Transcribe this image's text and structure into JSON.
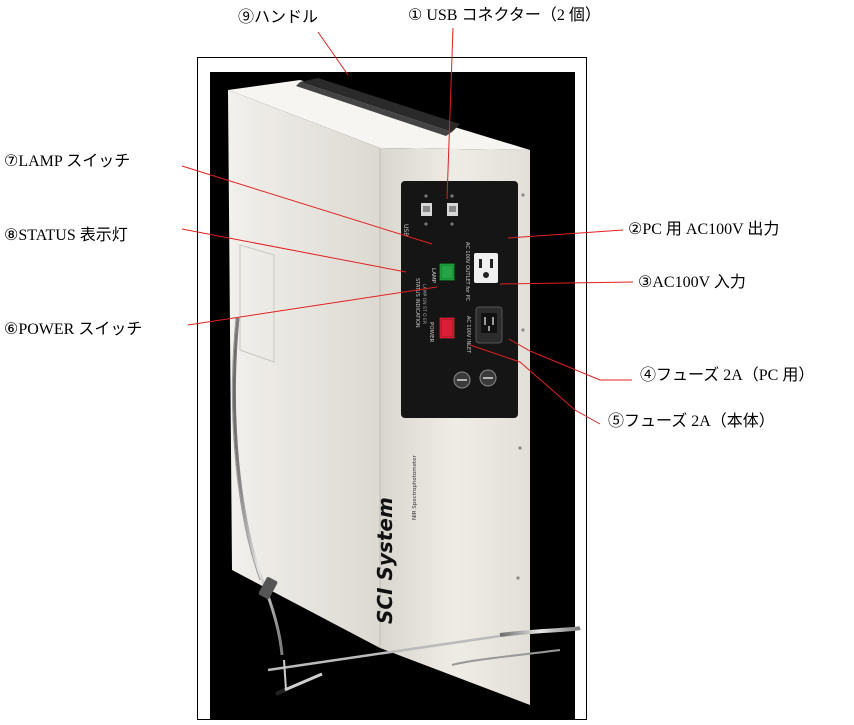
{
  "labels": {
    "usb": "① USB コネクター（2 個）",
    "handle": "⑨ハンドル",
    "lamp": "⑦LAMP スイッチ",
    "status": "⑧STATUS 表示灯",
    "power": "⑥POWER スイッチ",
    "pc_out": "②PC 用 AC100V 出力",
    "ac_in": "③AC100V 入力",
    "fuse_pc": "④フューズ 2A（PC 用）",
    "fuse_main": "⑤フューズ 2A（本体）"
  },
  "device": {
    "brand": "SCI  System",
    "model": "NIR Spectrophotometer",
    "panel_usb": "USB",
    "panel_lamp": "LAMP",
    "panel_status": "STATUS  INDICATION",
    "panel_status_sub": "LAMP ON  ST  O  ER",
    "panel_power": "POWER",
    "panel_outlet": "AC 100V OUTLET for PC",
    "panel_inlet": "AC 100V INLET"
  },
  "colors": {
    "leader_line": "#e02020",
    "lamp_switch": "#1f8a3a",
    "power_switch": "#c0162c",
    "body": "#ece9e2",
    "panel": "#151515"
  }
}
